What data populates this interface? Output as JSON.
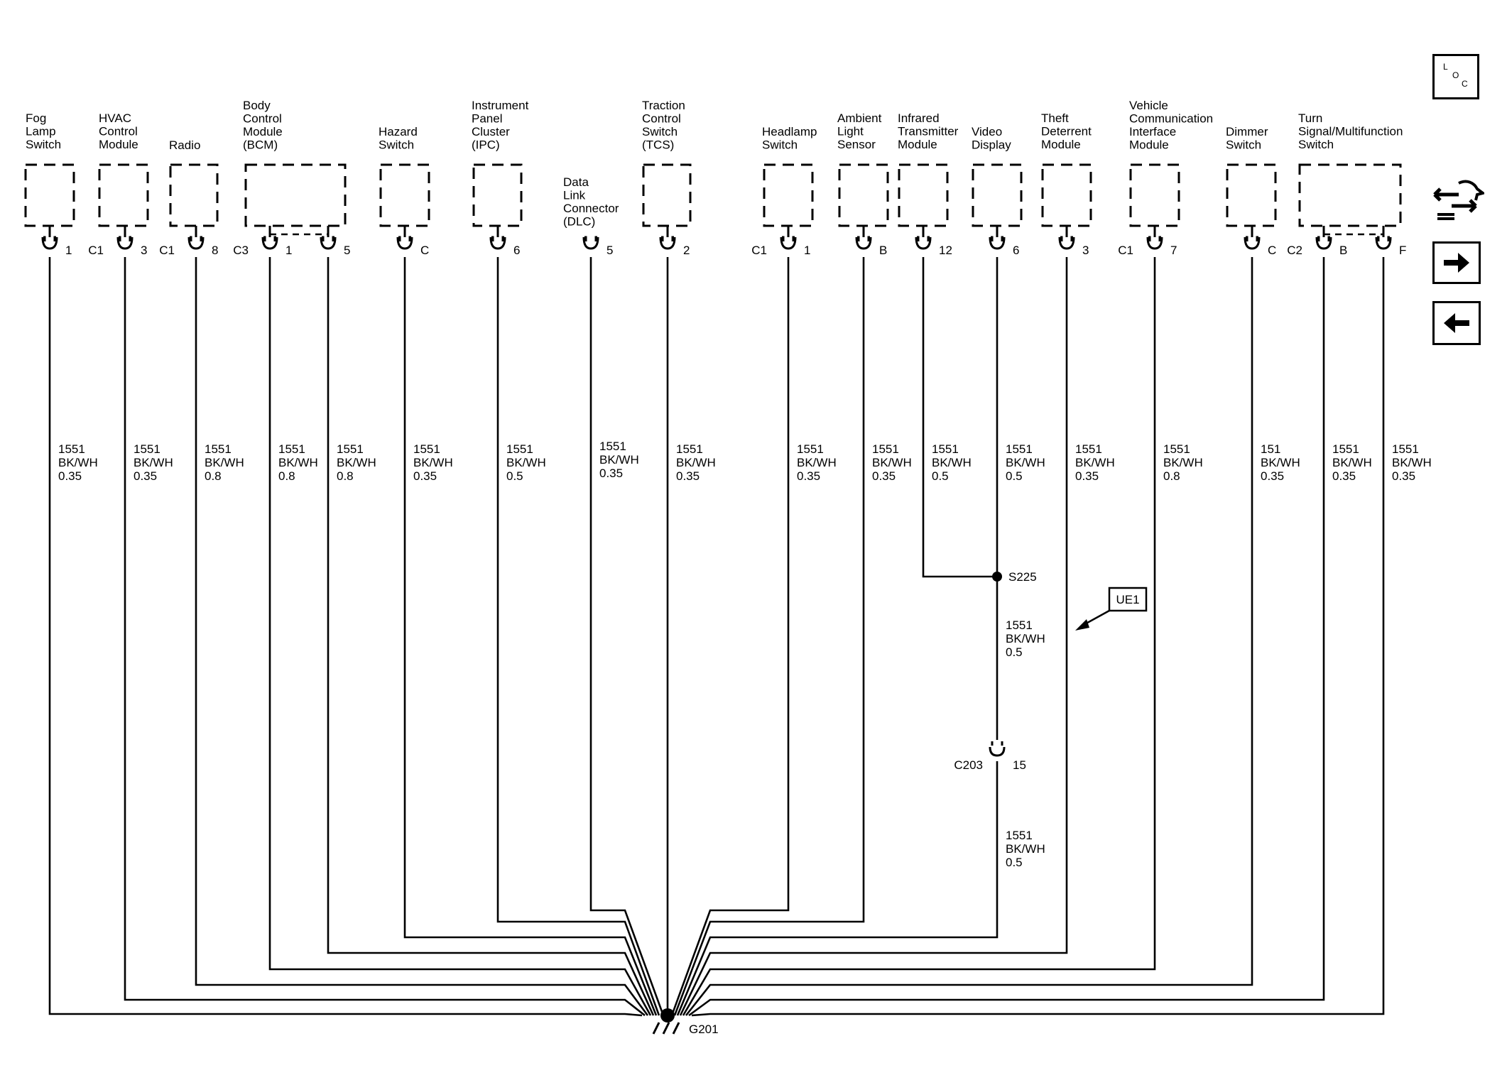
{
  "components": [
    {
      "id": "fog",
      "label": [
        "Fog",
        "Lamp",
        "Switch"
      ],
      "pins": [
        {
          "connector": "",
          "pin": "1"
        }
      ],
      "wire": {
        "circuit": "1551",
        "color": "BK/WH",
        "gauge": "0.35"
      }
    },
    {
      "id": "hvac",
      "label": [
        "HVAC",
        "Control",
        "Module"
      ],
      "pins": [
        {
          "connector": "C1",
          "pin": "3"
        }
      ],
      "wire": {
        "circuit": "1551",
        "color": "BK/WH",
        "gauge": "0.35"
      }
    },
    {
      "id": "radio",
      "label": [
        "Radio"
      ],
      "pins": [
        {
          "connector": "C1",
          "pin": "8"
        }
      ],
      "wire": {
        "circuit": "1551",
        "color": "BK/WH",
        "gauge": "0.8"
      }
    },
    {
      "id": "bcm",
      "label": [
        "Body",
        "Control",
        "Module",
        "(BCM)"
      ],
      "pins": [
        {
          "connector": "C3",
          "pin": "1"
        },
        {
          "connector": "",
          "pin": "5"
        }
      ],
      "wires": [
        {
          "circuit": "1551",
          "color": "BK/WH",
          "gauge": "0.8"
        },
        {
          "circuit": "1551",
          "color": "BK/WH",
          "gauge": "0.8"
        }
      ]
    },
    {
      "id": "hazard",
      "label": [
        "Hazard",
        "Switch"
      ],
      "pins": [
        {
          "connector": "",
          "pin": "C"
        }
      ],
      "wire": {
        "circuit": "1551",
        "color": "BK/WH",
        "gauge": "0.35"
      }
    },
    {
      "id": "ipc",
      "label": [
        "Instrument",
        "Panel",
        "Cluster",
        "(IPC)"
      ],
      "pins": [
        {
          "connector": "",
          "pin": "6"
        }
      ],
      "wire": {
        "circuit": "1551",
        "color": "BK/WH",
        "gauge": "0.5"
      }
    },
    {
      "id": "dlc",
      "label": [
        "Data",
        "Link",
        "Connector",
        "(DLC)"
      ],
      "pins": [
        {
          "connector": "",
          "pin": "5"
        }
      ],
      "wire": {
        "circuit": "1551",
        "color": "BK/WH",
        "gauge": "0.35"
      }
    },
    {
      "id": "tcs",
      "label": [
        "Traction",
        "Control",
        "Switch",
        "(TCS)"
      ],
      "pins": [
        {
          "connector": "",
          "pin": "2"
        }
      ],
      "wire": {
        "circuit": "1551",
        "color": "BK/WH",
        "gauge": "0.35"
      }
    },
    {
      "id": "headlamp",
      "label": [
        "Headlamp",
        "Switch"
      ],
      "pins": [
        {
          "connector": "C1",
          "pin": "1"
        }
      ],
      "wire": {
        "circuit": "1551",
        "color": "BK/WH",
        "gauge": "0.35"
      }
    },
    {
      "id": "ambient",
      "label": [
        "Ambient",
        "Light",
        "Sensor"
      ],
      "pins": [
        {
          "connector": "",
          "pin": "B"
        }
      ],
      "wire": {
        "circuit": "1551",
        "color": "BK/WH",
        "gauge": "0.35"
      }
    },
    {
      "id": "infrared",
      "label": [
        "Infrared",
        "Transmitter",
        "Module"
      ],
      "pins": [
        {
          "connector": "",
          "pin": "12"
        }
      ],
      "wire": {
        "circuit": "1551",
        "color": "BK/WH",
        "gauge": "0.5"
      }
    },
    {
      "id": "video",
      "label": [
        "Video",
        "Display"
      ],
      "pins": [
        {
          "connector": "",
          "pin": "6"
        }
      ],
      "wire": {
        "circuit": "1551",
        "color": "BK/WH",
        "gauge": "0.5"
      }
    },
    {
      "id": "theft",
      "label": [
        "Theft",
        "Deterrent",
        "Module"
      ],
      "pins": [
        {
          "connector": "",
          "pin": "3"
        }
      ],
      "wire": {
        "circuit": "1551",
        "color": "BK/WH",
        "gauge": "0.35"
      }
    },
    {
      "id": "vcim",
      "label": [
        "Vehicle",
        "Communication",
        "Interface",
        "Module"
      ],
      "pins": [
        {
          "connector": "C1",
          "pin": "7"
        }
      ],
      "wire": {
        "circuit": "1551",
        "color": "BK/WH",
        "gauge": "0.8"
      }
    },
    {
      "id": "dimmer",
      "label": [
        "Dimmer",
        "Switch"
      ],
      "pins": [
        {
          "connector": "",
          "pin": "C"
        }
      ],
      "wire": {
        "circuit": "151",
        "color": "BK/WH",
        "gauge": "0.35"
      }
    },
    {
      "id": "turn",
      "label": [
        "Turn",
        "Signal/Multifunction",
        "Switch"
      ],
      "pins": [
        {
          "connector": "C2",
          "pin": "B"
        },
        {
          "connector": "",
          "pin": "F"
        }
      ],
      "wires": [
        {
          "circuit": "1551",
          "color": "BK/WH",
          "gauge": "0.35"
        },
        {
          "circuit": "1551",
          "color": "BK/WH",
          "gauge": "0.35"
        }
      ]
    }
  ],
  "splice": {
    "name": "S225",
    "wire_after": {
      "circuit": "1551",
      "color": "BK/WH",
      "gauge": "0.5"
    }
  },
  "inline_connector": {
    "name": "C203",
    "pin": "15",
    "wire_after": {
      "circuit": "1551",
      "color": "BK/WH",
      "gauge": "0.5"
    }
  },
  "option_flag": "UE1",
  "ground": "G201",
  "nav": {
    "loc_icon": [
      "L",
      "O",
      "C"
    ],
    "buttons": [
      "connector-end-view-icon",
      "next-page-arrow-icon",
      "previous-page-arrow-icon"
    ]
  }
}
